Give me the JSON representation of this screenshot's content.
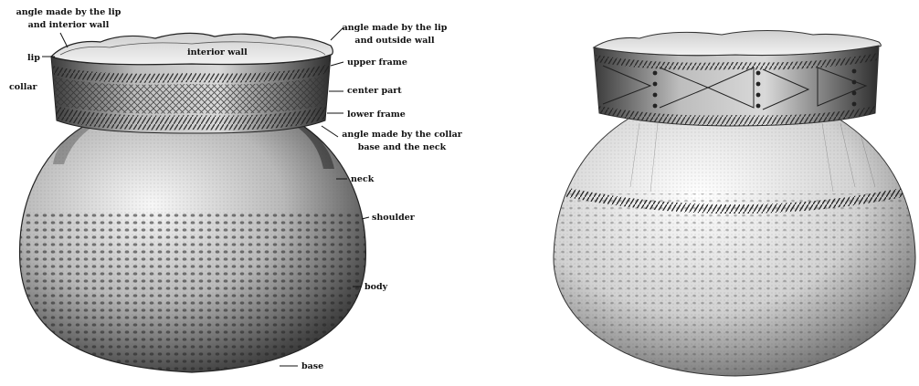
{
  "figures": [
    {
      "labels": {
        "lip_interior_angle_1": "angle made by the lip",
        "lip_interior_angle_2": "and interior wall",
        "lip": "lip",
        "collar": "collar",
        "interior_wall": "interior wall",
        "lip_outside_angle_1": "angle made by the lip",
        "lip_outside_angle_2": "and outside wall",
        "upper_frame": "upper frame",
        "center_part": "center part",
        "lower_frame": "lower frame",
        "collar_neck_angle_1": "angle made by the collar",
        "collar_neck_angle_2": "base and the neck",
        "neck": "neck",
        "shoulder": "shoulder",
        "body": "body",
        "base": "base"
      }
    },
    {}
  ],
  "colors": {
    "ink": "#111111",
    "pot_light": "#f2f2f2",
    "pot_dark": "#1e1e1e"
  }
}
